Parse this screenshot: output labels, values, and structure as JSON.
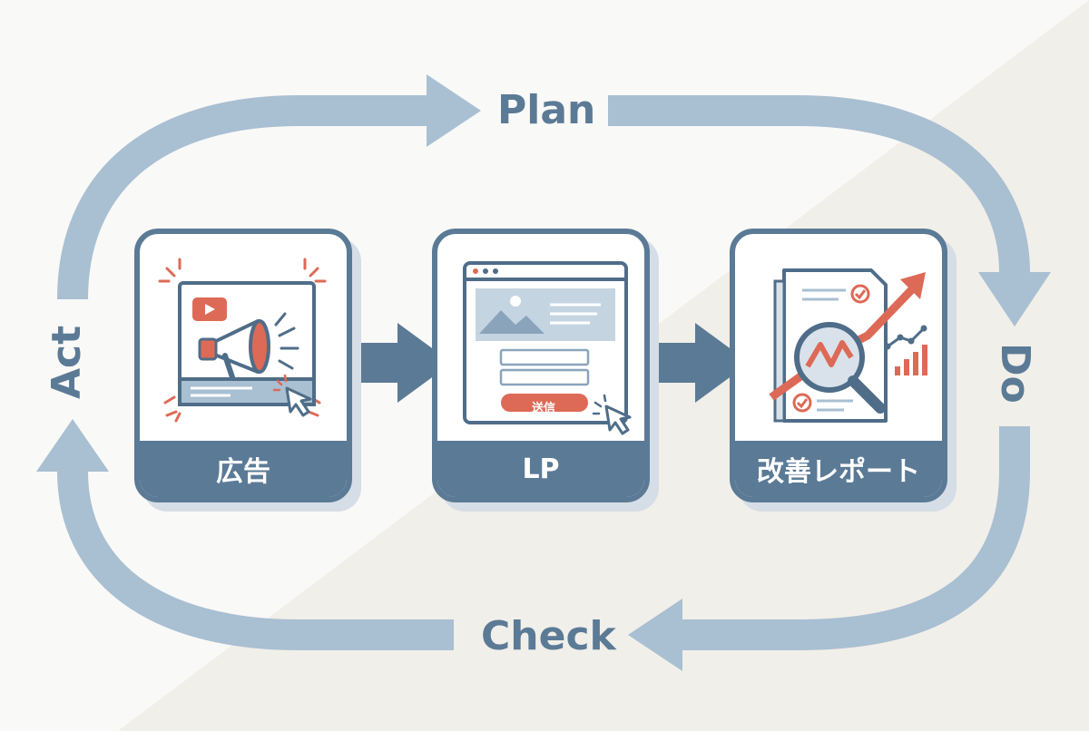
{
  "cycle": {
    "plan": "Plan",
    "do": "Do",
    "check": "Check",
    "act": "Act"
  },
  "steps": [
    {
      "label": "広告",
      "icon": "megaphone-icon"
    },
    {
      "label": "LP",
      "icon": "landing-page-icon"
    },
    {
      "label": "改善レポート",
      "icon": "report-analysis-icon"
    }
  ],
  "lp_form": {
    "submit_label": "送信"
  },
  "colors": {
    "ring": "#a9bfd2",
    "primary": "#5b7a96",
    "accent": "#dd6a56",
    "background": "#f9f9f7"
  }
}
